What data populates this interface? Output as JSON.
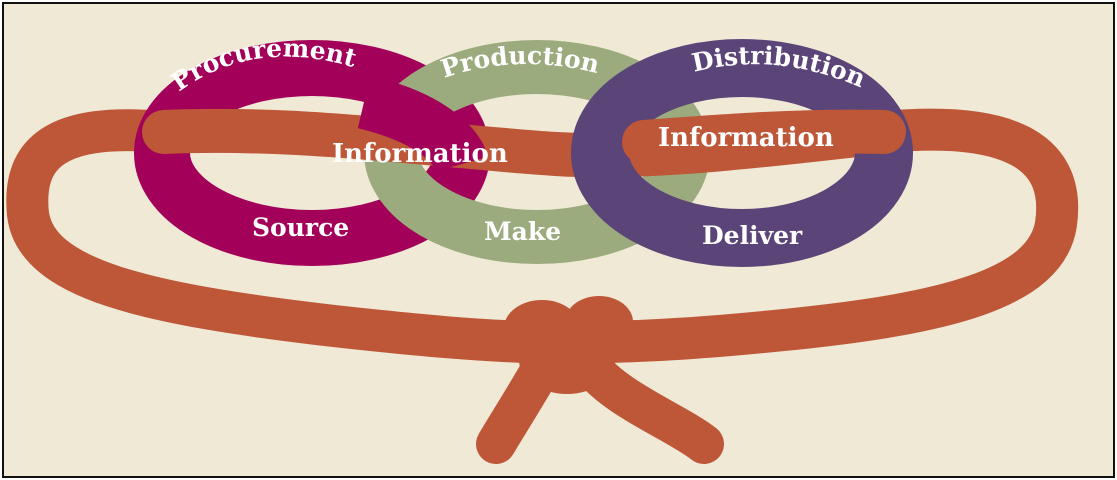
{
  "colors": {
    "background": "#f0e9d6",
    "border": "#111111",
    "rope": "#be5638",
    "source_ring": "#a3005a",
    "make_ring": "#9cab7e",
    "deliver_ring": "#5a4478",
    "label_text": "#ffffff"
  },
  "rings": {
    "source": {
      "top_label": "Procurement",
      "bottom_label": "Source"
    },
    "make": {
      "top_label": "Production",
      "bottom_label": "Make"
    },
    "deliver": {
      "top_label": "Distribution",
      "bottom_label": "Deliver"
    }
  },
  "rope": {
    "left_label": "Information",
    "right_label": "Information"
  }
}
